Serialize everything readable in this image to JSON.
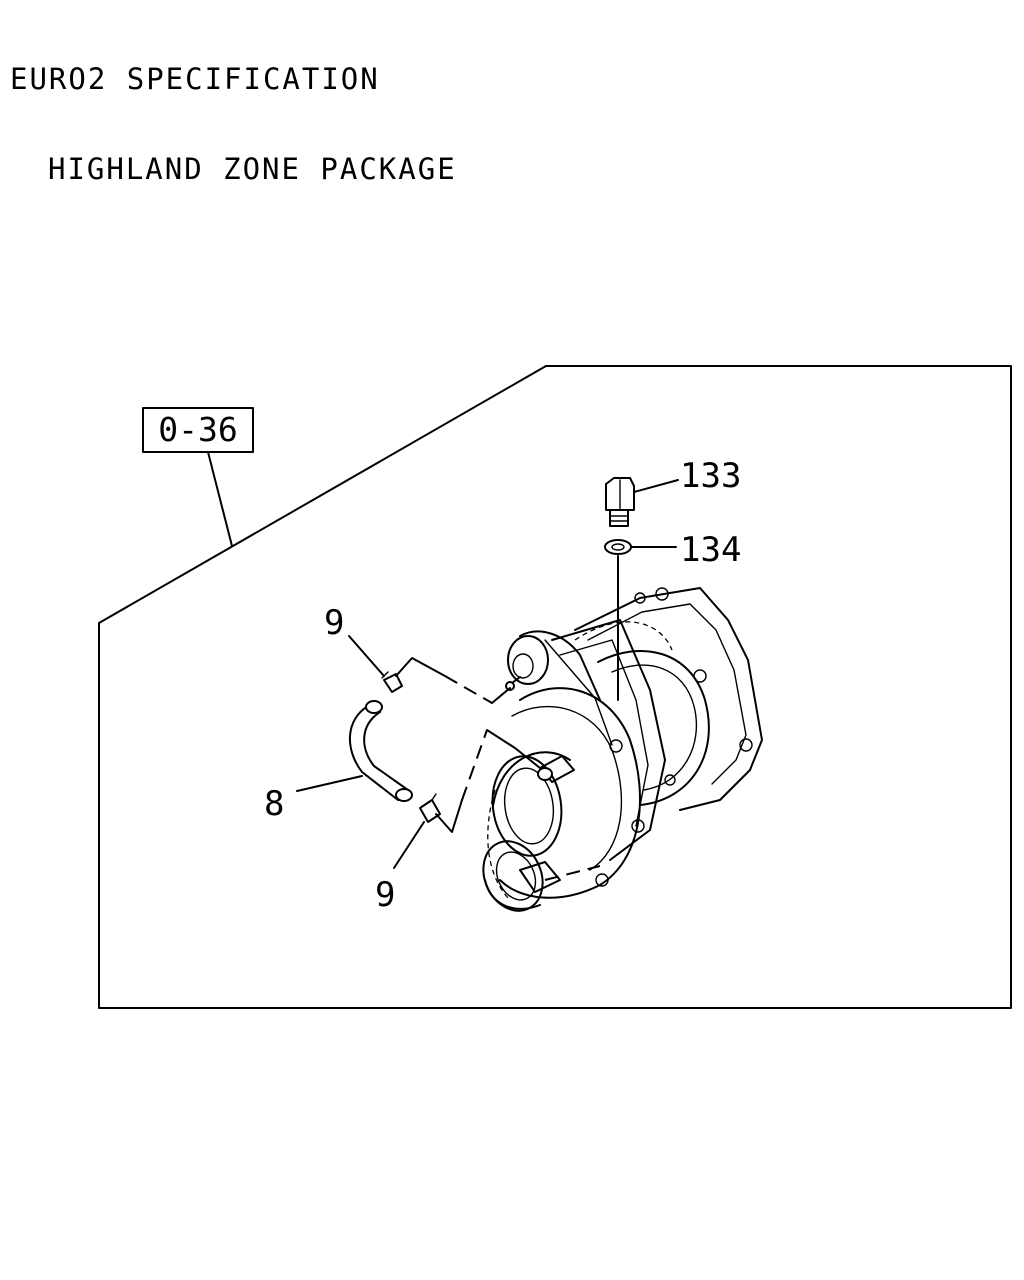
{
  "header": {
    "line1": "EURO2 SPECIFICATION",
    "line2": "HIGHLAND ZONE PACKAGE"
  },
  "diagram": {
    "ref_box": "0-36",
    "callouts": {
      "part_133": "133",
      "part_134": "134",
      "part_9_upper": "9",
      "part_8": "8",
      "part_9_lower": "9"
    }
  }
}
